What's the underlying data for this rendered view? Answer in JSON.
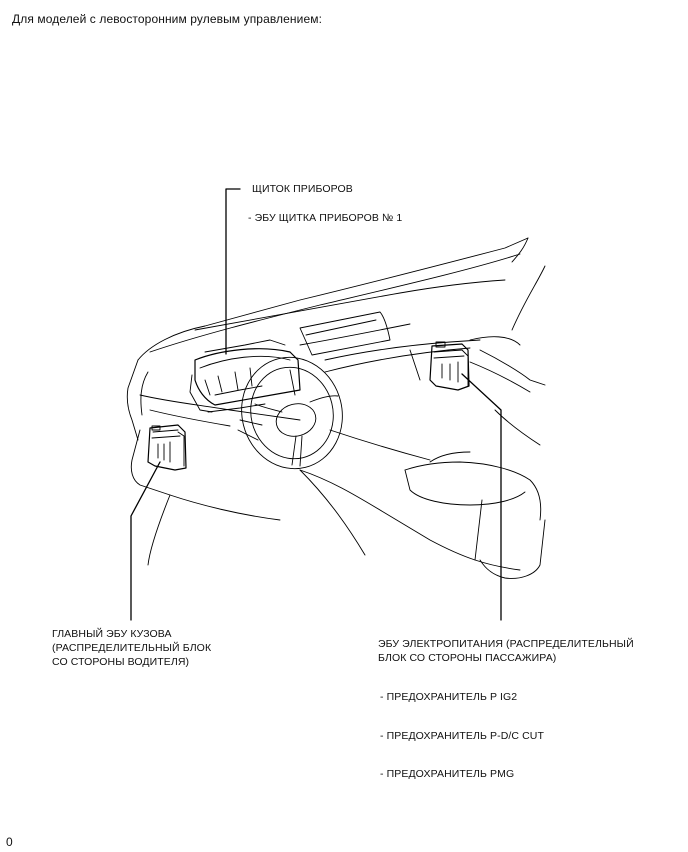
{
  "header": "Для моделей с левосторонним рулевым управлением:",
  "labels": {
    "combination_meter": "ЩИТОК ПРИБОРОВ",
    "combination_meter_ecu": "- ЭБУ ЩИТКА ПРИБОРОВ № 1",
    "main_body_ecu": [
      "ГЛАВНЫЙ ЭБУ КУЗОВА",
      "(РАСПРЕДЕЛИТЕЛЬНЫЙ БЛОК",
      "СО СТОРОНЫ ВОДИТЕЛЯ)"
    ],
    "power_management_ecu": [
      "ЭБУ ЭЛЕКТРОПИТАНИЯ (РАСПРЕДЕЛИТЕЛЬНЫЙ",
      "БЛОК СО СТОРОНЫ ПАССАЖИРА)"
    ],
    "fuse_p_ig2": "- ПРЕДОХРАНИТЕЛЬ P IG2",
    "fuse_p_dc_cut": "- ПРЕДОХРАНИТЕЛЬ P-D/C CUT",
    "fuse_pmg": "- ПРЕДОХРАНИТЕЛЬ PMG"
  },
  "corner_mark": "0"
}
